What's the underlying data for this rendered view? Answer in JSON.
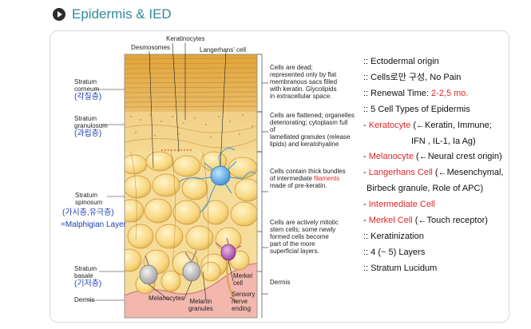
{
  "header": {
    "title": "Epidermis & IED"
  },
  "diagram": {
    "top_labels": {
      "keratinocytes": "Keratinocytes",
      "desmosomes": "Desmosomes",
      "langerhans": "Langerhans' cell"
    },
    "layers": {
      "corneum": [
        "Stratum",
        "corneum",
        "(각질층)"
      ],
      "granulosum": [
        "Stratum",
        "granulosum",
        "(과립층)"
      ],
      "spinosum": [
        "Stratum",
        "spinosum",
        "(가시층,유극층)",
        "=Malphigian Layer"
      ],
      "basale": [
        "Stratum",
        "basale",
        "(기저층)"
      ],
      "dermis": "Dermis"
    },
    "descriptions": {
      "corneum": [
        "Cells are dead;",
        "represented only by flat",
        "membranous sacs filled",
        "with keratin. Glycolipids",
        "in extracellular space."
      ],
      "granulosum": [
        "Cells are flattened; organelles",
        "deteriorating; cytoplasm full of",
        "lamellated granules (release",
        "lipids) and keratohyaline"
      ],
      "spinosum_pre": "Cells contain thick bundles",
      "spinosum_mid": "of intermediate ",
      "spinosum_fil": "filaments",
      "spinosum_end": "made of pre-keratin.",
      "basale": [
        "Cells are actively mitotic",
        "stem cells; some newly",
        "formed cells become",
        "part of the more",
        "superficial layers."
      ],
      "dermis": "Dermis"
    },
    "bottom_labels": {
      "melanocytes": "Melanocytes",
      "melanin1": "Melanin",
      "melanin2": "granules",
      "merkel1": "Merkel",
      "merkel2": "cell",
      "sensory1": "Sensory",
      "sensory2": "nerve",
      "sensory3": "ending"
    }
  },
  "notes": [
    {
      "prefix": ":: ",
      "text": "Ectodermal origin"
    },
    {
      "prefix": ":: ",
      "text": "Cells로만 구성, No Pain"
    },
    {
      "prefix": ":: ",
      "text": "Renewal Time: ",
      "red": "2-2,5 mo."
    },
    {
      "prefix": ":: ",
      "text": "5 Cell Types of Epidermis"
    },
    {
      "prefix": "- ",
      "red": "Keratocyte",
      "text": " (←Keratin,  Immune;"
    },
    {
      "text": "IFN , IL-1, Ia Ag)"
    },
    {
      "prefix": "- ",
      "red": "Melanocyte",
      "text": " (←Neural crest origin)"
    },
    {
      "prefix": "- ",
      "red": "Langerhans Cell",
      "text": " (←Mesenchymal,"
    },
    {
      "text": "Birbeck granule, Role of APC)"
    },
    {
      "prefix": "- ",
      "red": "Intermediate Cell"
    },
    {
      "prefix": "- ",
      "red": "Merkel Cell",
      "text": " (←Touch receptor)"
    },
    {
      "prefix": ":: ",
      "text": "Keratinization"
    },
    {
      "prefix": ":: ",
      "text": "4 (~ 5) Layers"
    },
    {
      "prefix": ":: ",
      "text": "Stratum Lucidum"
    }
  ],
  "colors": {
    "title": "#2e8a9c",
    "accent_red": "#e02626",
    "korean_label": "#1d3fb0"
  }
}
